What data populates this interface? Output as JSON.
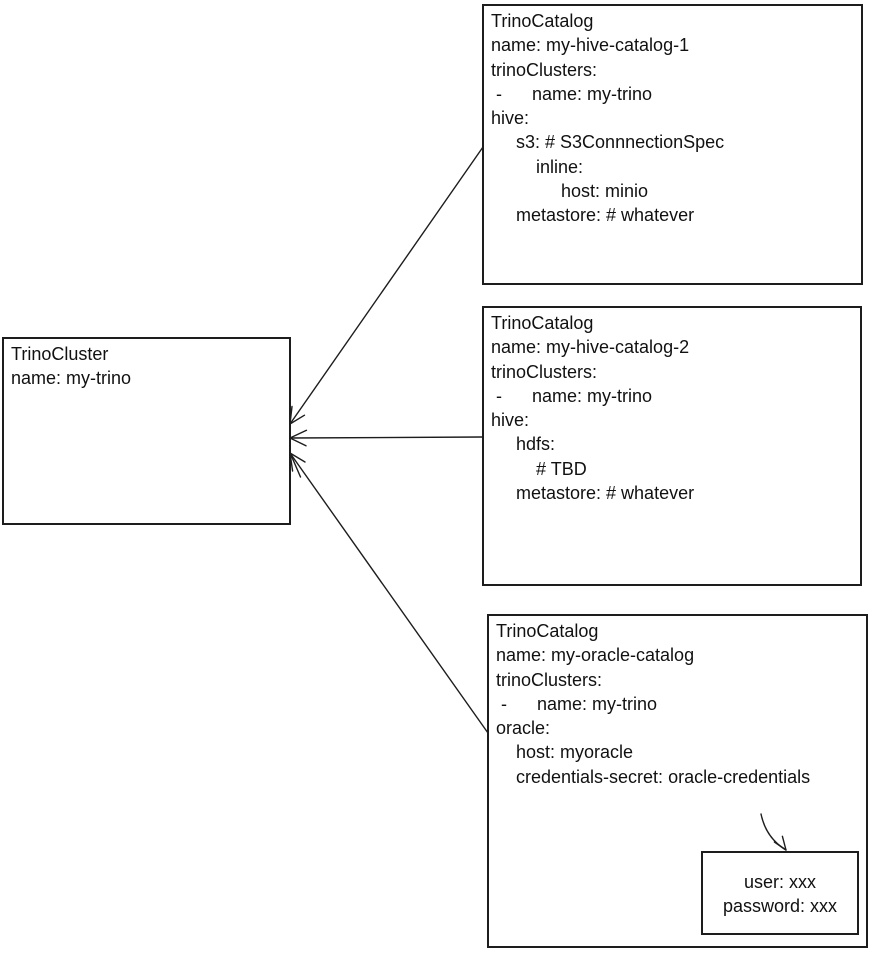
{
  "colors": {
    "ink": "#1d1d1d",
    "background": "#ffffff"
  },
  "cluster_box": {
    "lines": [
      "TrinoCluster",
      "name: my-trino"
    ]
  },
  "catalog_boxes": [
    {
      "lines": [
        "TrinoCatalog",
        "name: my-hive-catalog-1",
        "trinoClusters:",
        " -      name: my-trino",
        "hive:",
        "     s3: # S3ConnnectionSpec",
        "         inline:",
        "              host: minio",
        "     metastore: # whatever"
      ]
    },
    {
      "lines": [
        "TrinoCatalog",
        "name: my-hive-catalog-2",
        "trinoClusters:",
        " -      name: my-trino",
        "hive:",
        "     hdfs:",
        "         # TBD",
        "     metastore: # whatever"
      ]
    },
    {
      "lines": [
        "TrinoCatalog",
        "name: my-oracle-catalog",
        "trinoClusters:",
        " -      name: my-trino",
        "oracle:",
        "    host: myoracle",
        "    credentials-secret: oracle-credentials"
      ]
    }
  ],
  "secret_box": {
    "lines": [
      "user: xxx",
      "password: xxx"
    ]
  }
}
